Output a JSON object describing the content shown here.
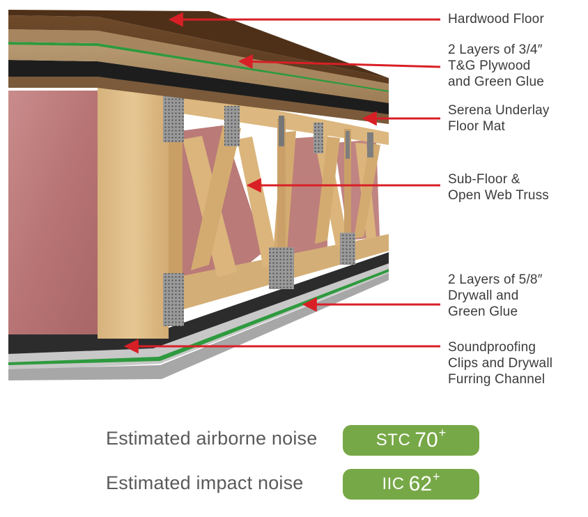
{
  "callouts": [
    {
      "label": "Hardwood Floor"
    },
    {
      "label": "2 Layers of 3/4″\nT&G Plywood\nand Green Glue"
    },
    {
      "label": "Serena Underlay\nFloor Mat"
    },
    {
      "label": "Sub-Floor &\nOpen Web Truss"
    },
    {
      "label": "2 Layers of 5/8″\nDrywall and\nGreen Glue"
    },
    {
      "label": "Soundproofing\nClips and Drywall\nFurring Channel"
    }
  ],
  "ratings": [
    {
      "label": "Estimated airborne noise",
      "name": "STC",
      "value": "70",
      "suffix": "+"
    },
    {
      "label": "Estimated impact noise",
      "name": "IIC",
      "value": "62",
      "suffix": "+"
    }
  ],
  "colors": {
    "arrow": "#d91f26",
    "badge": "#77a847",
    "green_glue": "#2e9a3e"
  }
}
